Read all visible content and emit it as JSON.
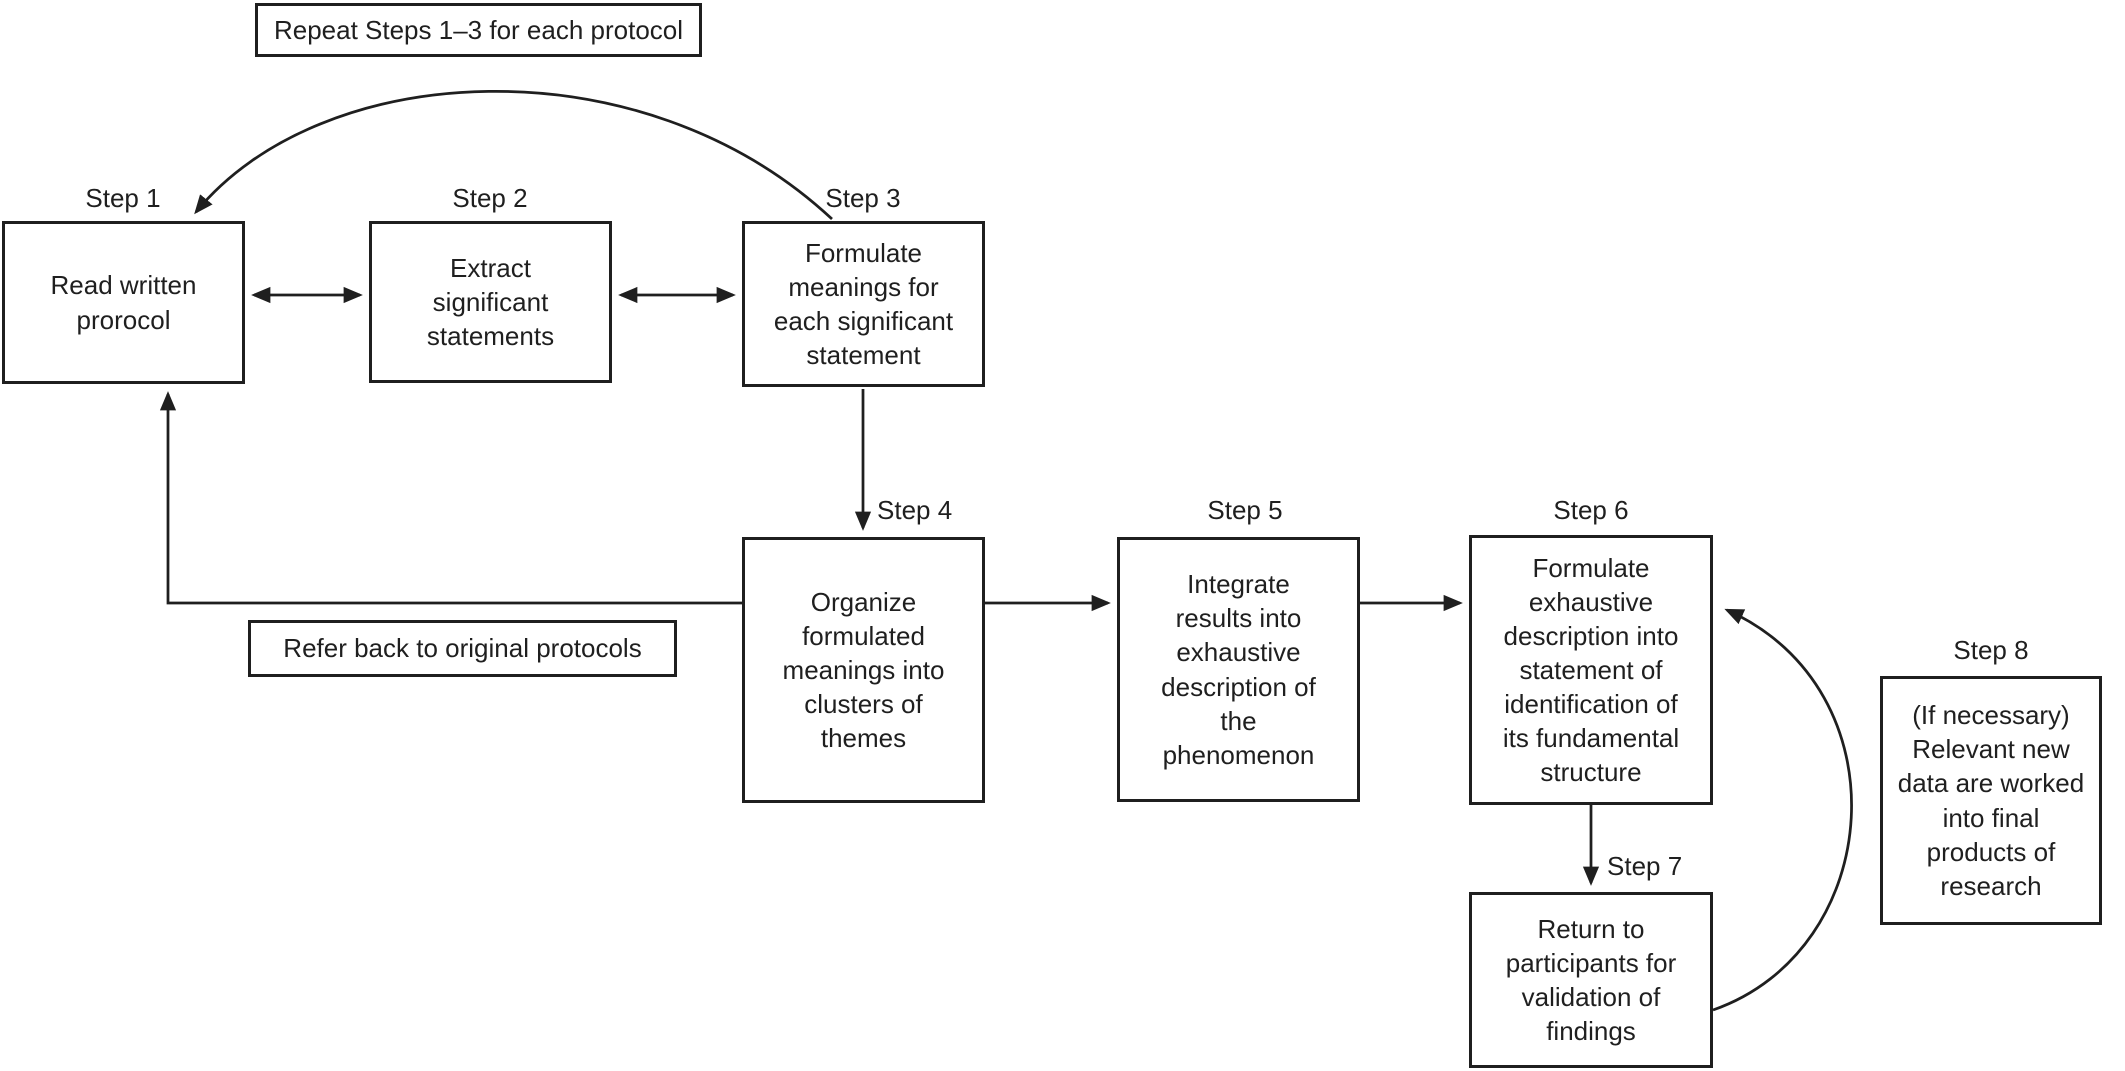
{
  "colors": {
    "line": "#1f1f1f",
    "background": "#ffffff"
  },
  "notes": {
    "repeat": "Repeat Steps 1–3 for each protocol",
    "refer": "Refer back to original protocols"
  },
  "steps": {
    "s1": {
      "label": "Step 1",
      "text": "Read written\nprorocol"
    },
    "s2": {
      "label": "Step 2",
      "text": "Extract\nsignificant\nstatements"
    },
    "s3": {
      "label": "Step 3",
      "text": "Formulate\nmeanings for\neach significant\nstatement"
    },
    "s4": {
      "label": "Step 4",
      "text": "Organize\nformulated\nmeanings into\nclusters of\nthemes"
    },
    "s5": {
      "label": "Step 5",
      "text": "Integrate\nresults into\nexhaustive\ndescription of\nthe\nphenomenon"
    },
    "s6": {
      "label": "Step 6",
      "text": "Formulate\nexhaustive\ndescription into\nstatement of\nidentification of\nits fundamental\nstructure"
    },
    "s7": {
      "label": "Step 7",
      "text": "Return to\nparticipants for\nvalidation of\nfindings"
    },
    "s8": {
      "label": "Step 8",
      "text": "(If necessary)\nRelevant new\ndata are worked\ninto final\nproducts of\nresearch"
    }
  }
}
